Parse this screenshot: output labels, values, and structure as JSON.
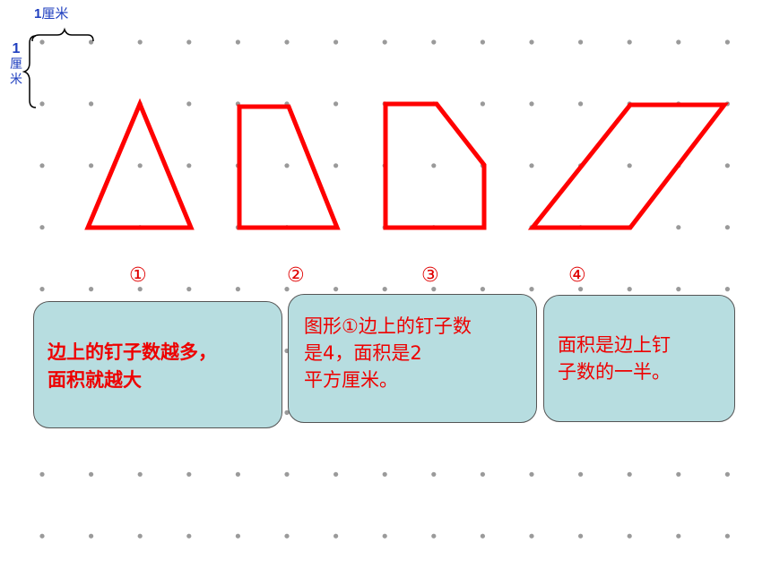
{
  "scale": {
    "top_number": "1",
    "top_unit": "厘米",
    "left_number": "1",
    "left_unit_1": "厘",
    "left_unit_2": "米"
  },
  "shapes": [
    {
      "label": "①",
      "name": "triangle"
    },
    {
      "label": "②",
      "name": "trapezoid"
    },
    {
      "label": "③",
      "name": "pentagon"
    },
    {
      "label": "④",
      "name": "parallelogram"
    }
  ],
  "boxes": {
    "box1": {
      "line1": "边上的钉子数越多，",
      "line2": "面积就越大"
    },
    "box2": {
      "line1": "图形①边上的钉子数",
      "line2": "是4，面积是2",
      "line3": "平方厘米。"
    },
    "box3": {
      "line1": "面积是边上钉",
      "line2": "子数的一半。"
    }
  },
  "colors": {
    "shape_stroke": "#ff0000",
    "dot": "#9a9a9a",
    "box_fill": "#b7dde0",
    "scale_blue": "#1f3fbf"
  }
}
